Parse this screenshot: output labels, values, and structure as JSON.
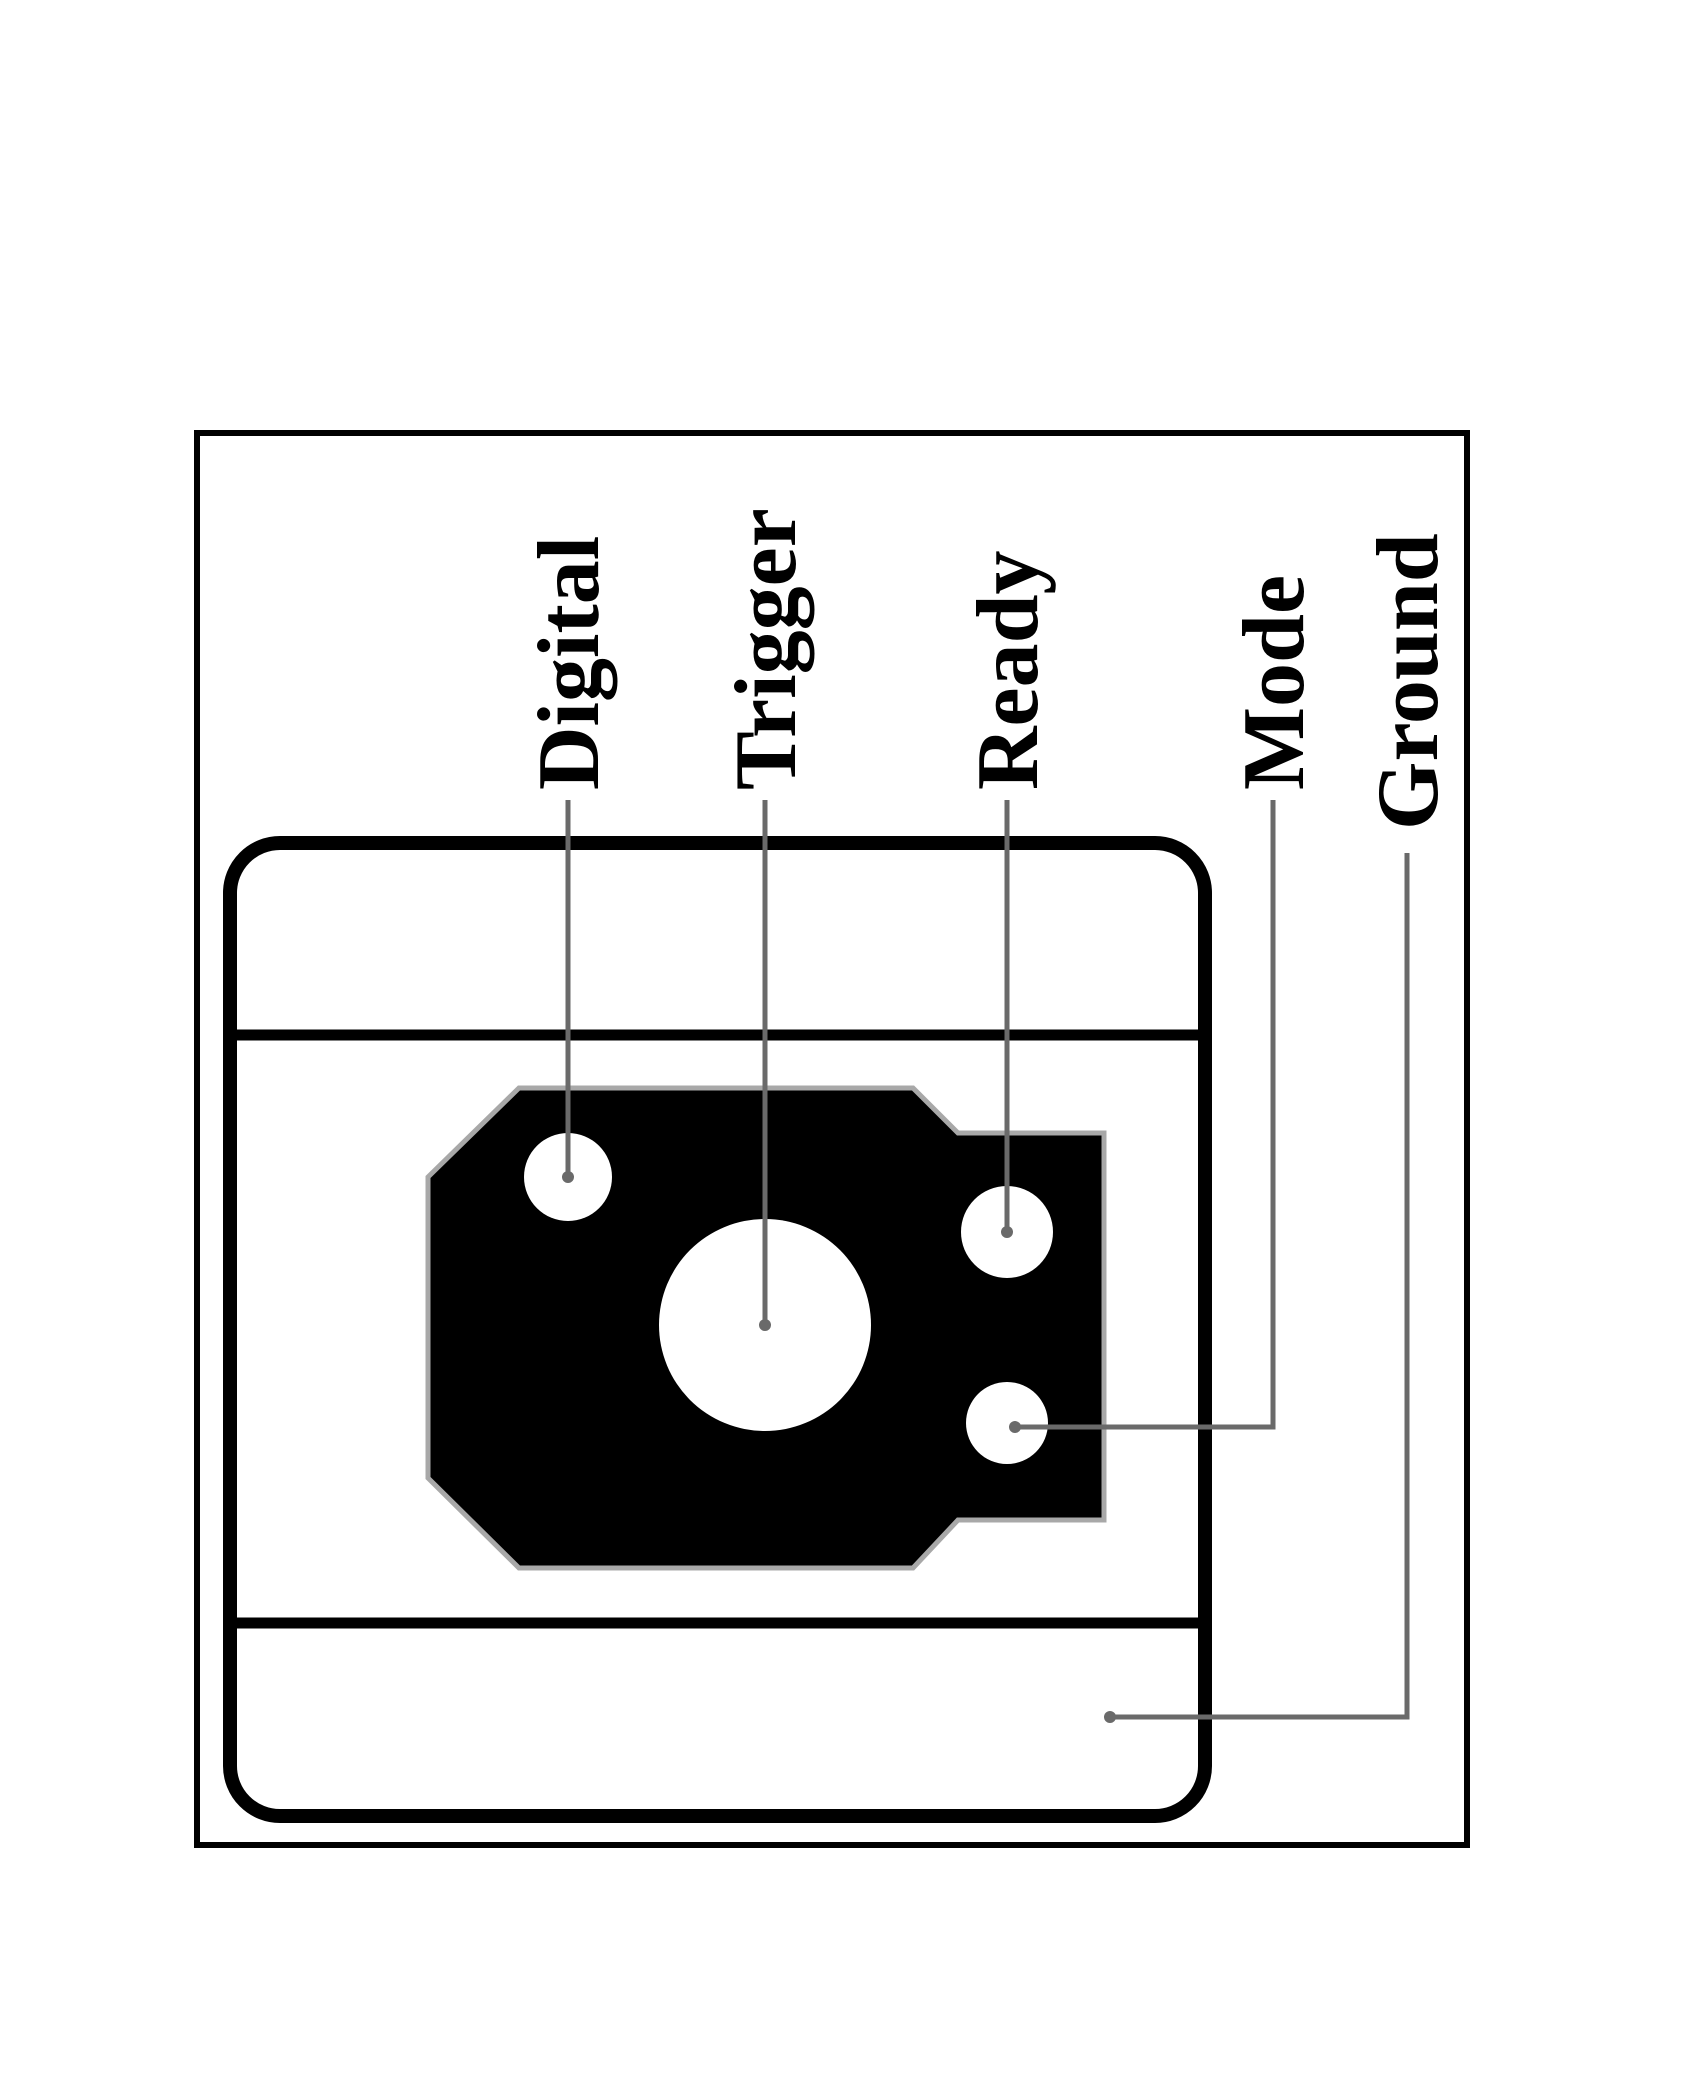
{
  "diagram": {
    "labels": {
      "digital": "Digital",
      "trigger": "Trigger",
      "ready": "Ready",
      "mode": "Mode",
      "ground": "Ground"
    },
    "colors": {
      "frame": "#000000",
      "leader": "#6a6a6a",
      "pad": "#000000",
      "hole": "#ffffff"
    }
  }
}
